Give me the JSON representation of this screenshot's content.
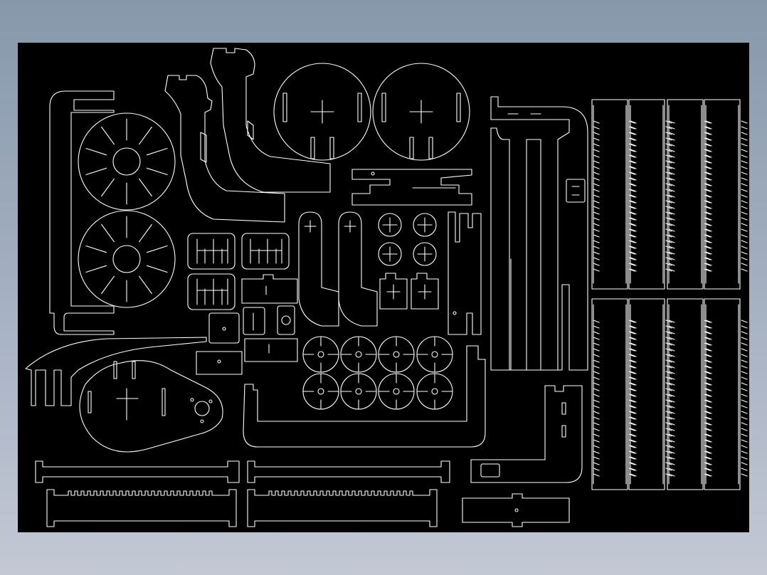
{
  "drawing": {
    "background_color": "#000000",
    "line_color": "#ffffff",
    "frame_gradient": [
      "#8798ab",
      "#c3c8d4"
    ]
  },
  "parts": [
    {
      "name": "fan-wheel-upper",
      "icon": "fan-wheel-icon"
    },
    {
      "name": "fan-wheel-lower",
      "icon": "fan-wheel-icon"
    },
    {
      "name": "left-frame-bracket",
      "icon": "bracket-icon"
    },
    {
      "name": "curved-arm-a",
      "icon": "arm-icon"
    },
    {
      "name": "curved-arm-b",
      "icon": "arm-icon"
    },
    {
      "name": "round-plate-left",
      "icon": "disc-icon"
    },
    {
      "name": "round-plate-right",
      "icon": "disc-icon"
    },
    {
      "name": "drive-crank-plate",
      "icon": "crank-icon"
    },
    {
      "name": "comb-strip-left",
      "icon": "comb-icon"
    },
    {
      "name": "comb-strip-right",
      "icon": "comb-icon"
    },
    {
      "name": "fin-panel-grid",
      "icon": "fin-panel-icon"
    },
    {
      "name": "small-disc-array",
      "icon": "small-disc-icon"
    }
  ]
}
